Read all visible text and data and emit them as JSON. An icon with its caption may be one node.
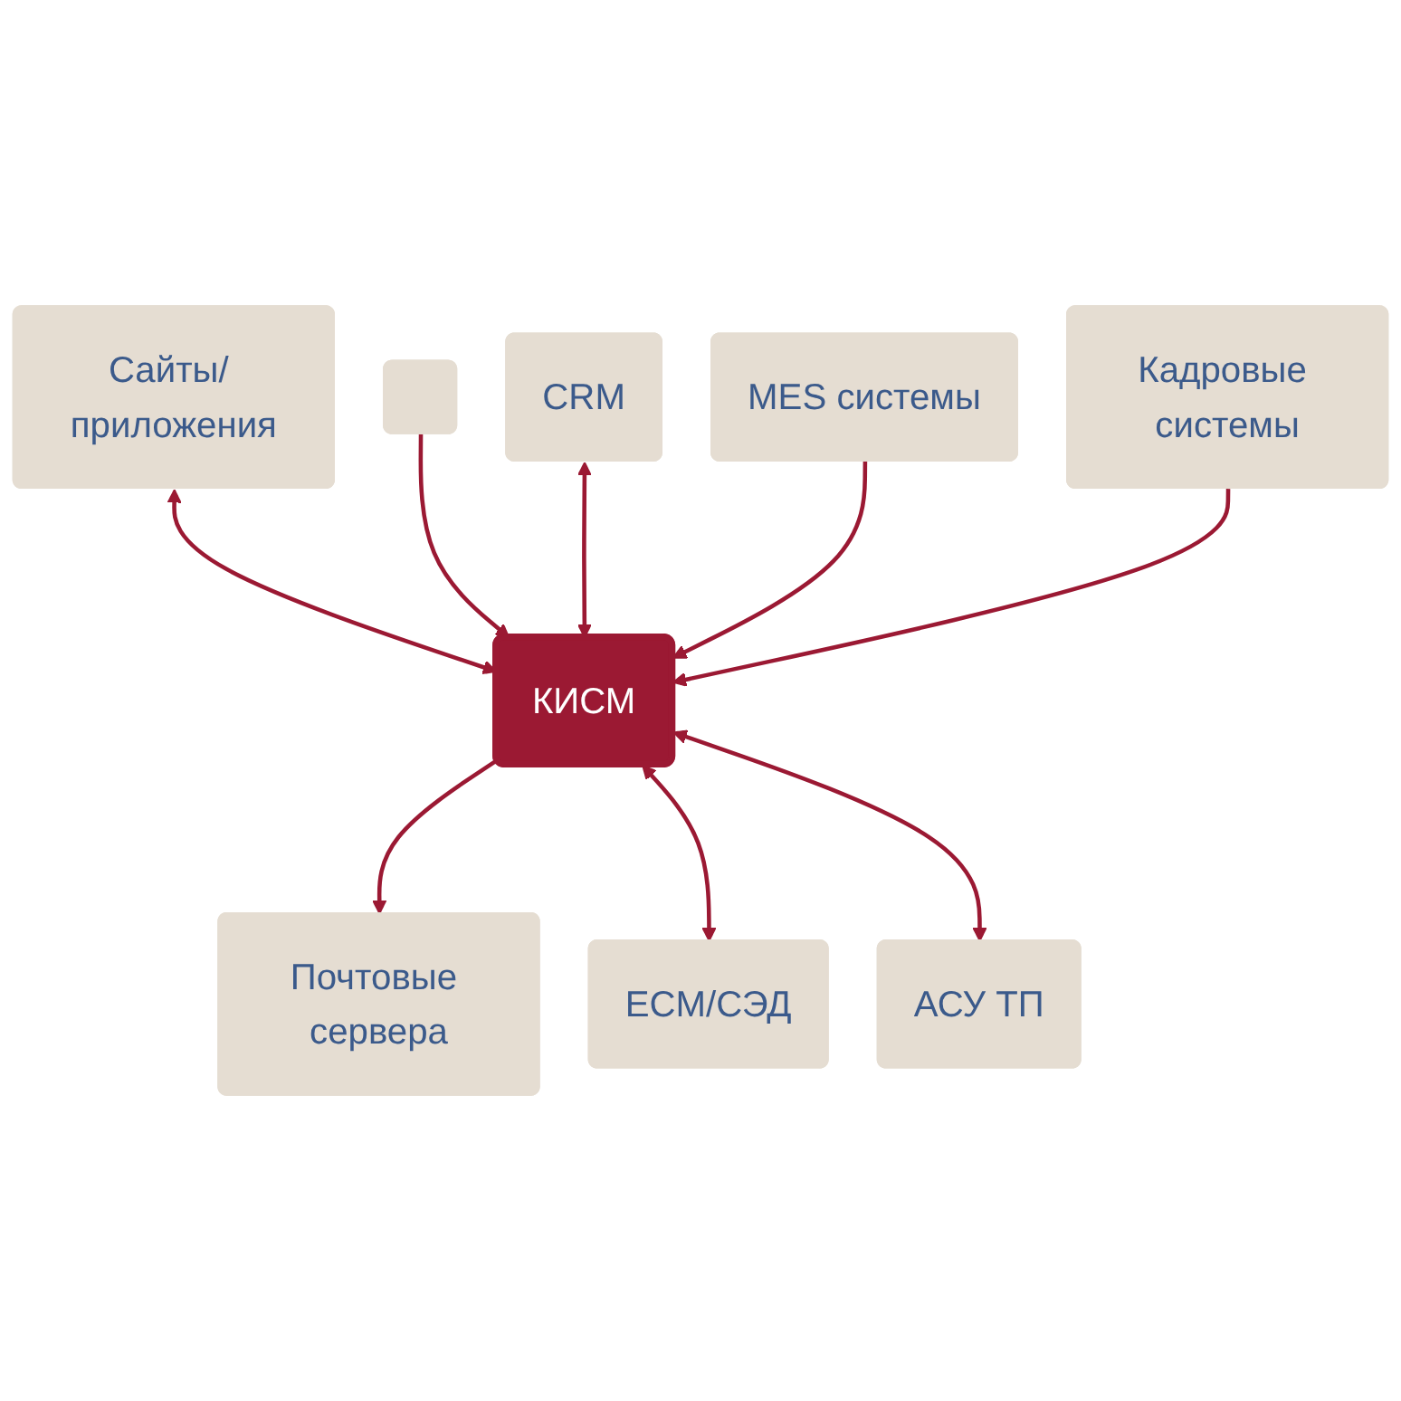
{
  "diagram": {
    "nodes": [
      {
        "text": [
          "Сайты/ приложения"
        ]
      },
      {
        "text": [],
        "shape": "box"
      },
      {
        "text": [
          "CRM"
        ]
      },
      {
        "text": [
          "Почтовые сервера"
        ]
      },
      {
        "text": [
          "КИСМ"
        ]
      },
      {
        "text": [
          "MES системы"
        ]
      },
      {
        "text": [
          "ECM/СЭД"
        ]
      },
      {
        "text": [
          "Кадровые системы"
        ]
      },
      {
        "text": [
          "АСУ ТП"
        ]
      }
    ],
    "edges": [
      {
        "from": 0,
        "to": 4,
        "arrow": "both"
      },
      {
        "from": 1,
        "to": 4,
        "arrow": "to"
      },
      {
        "from": 2,
        "to": 4,
        "arrow": "both"
      },
      {
        "from": 4,
        "to": 3,
        "arrow": "to"
      },
      {
        "from": 5,
        "to": 4,
        "arrow": "to"
      },
      {
        "from": 4,
        "to": 6,
        "arrow": "both"
      },
      {
        "from": 7,
        "to": 4,
        "arrow": "to"
      },
      {
        "from": 4,
        "to": 8,
        "arrow": "both"
      }
    ]
  }
}
